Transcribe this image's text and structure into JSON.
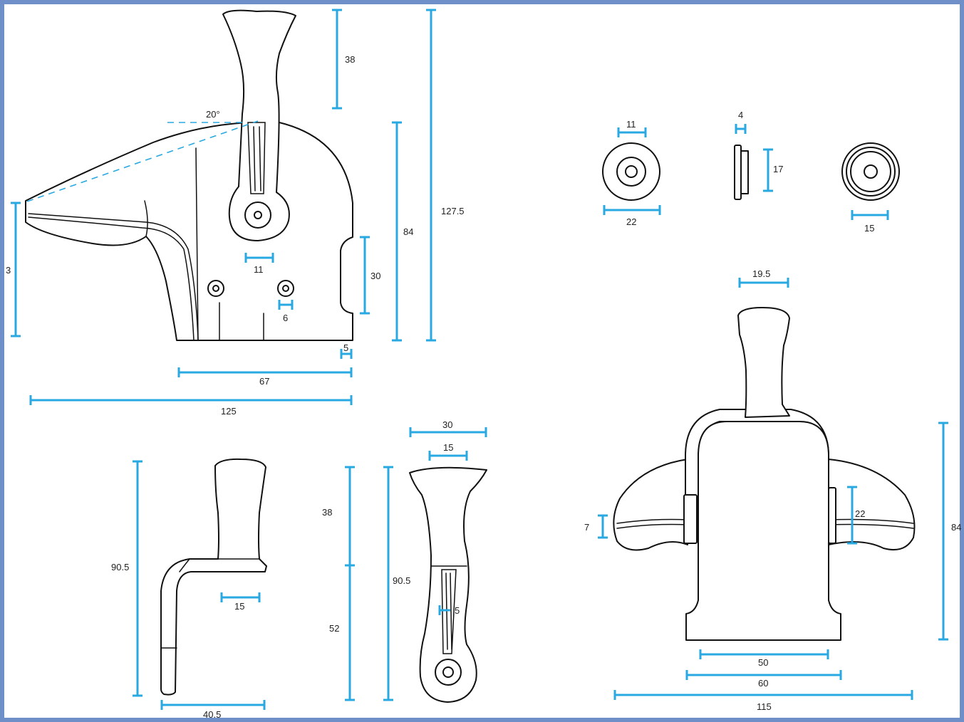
{
  "colors": {
    "border": "#6f8fc9",
    "dimension_line": "#29a9e1",
    "outline": "#111111",
    "background": "#ffffff"
  },
  "side_view": {
    "lever_height": "38",
    "total_height": "127.5",
    "body_height": "84",
    "recess_height": "30",
    "angle": "20°",
    "front_height": "3",
    "pivot_width": "11",
    "hole_width": "6",
    "base_step": "5",
    "base_width": "67",
    "total_length": "125"
  },
  "parts_view": {
    "washer_inner": "11",
    "washer_outer": "22",
    "spacer_thickness": "4",
    "spacer_height": "17",
    "cap_width": "15"
  },
  "lever_side_view": {
    "height": "90.5",
    "arm_width": "15",
    "reach": "40.5"
  },
  "lever_front_view": {
    "top_width": "30",
    "neck_width": "15",
    "upper_height": "38",
    "lower_height": "52",
    "total_height": "90.5",
    "slot_width": "5"
  },
  "front_view": {
    "handle_width": "19.5",
    "wing_thickness": "7",
    "side_height": "22",
    "total_height": "84",
    "inner_base": "50",
    "outer_base": "60",
    "total_width": "115"
  }
}
